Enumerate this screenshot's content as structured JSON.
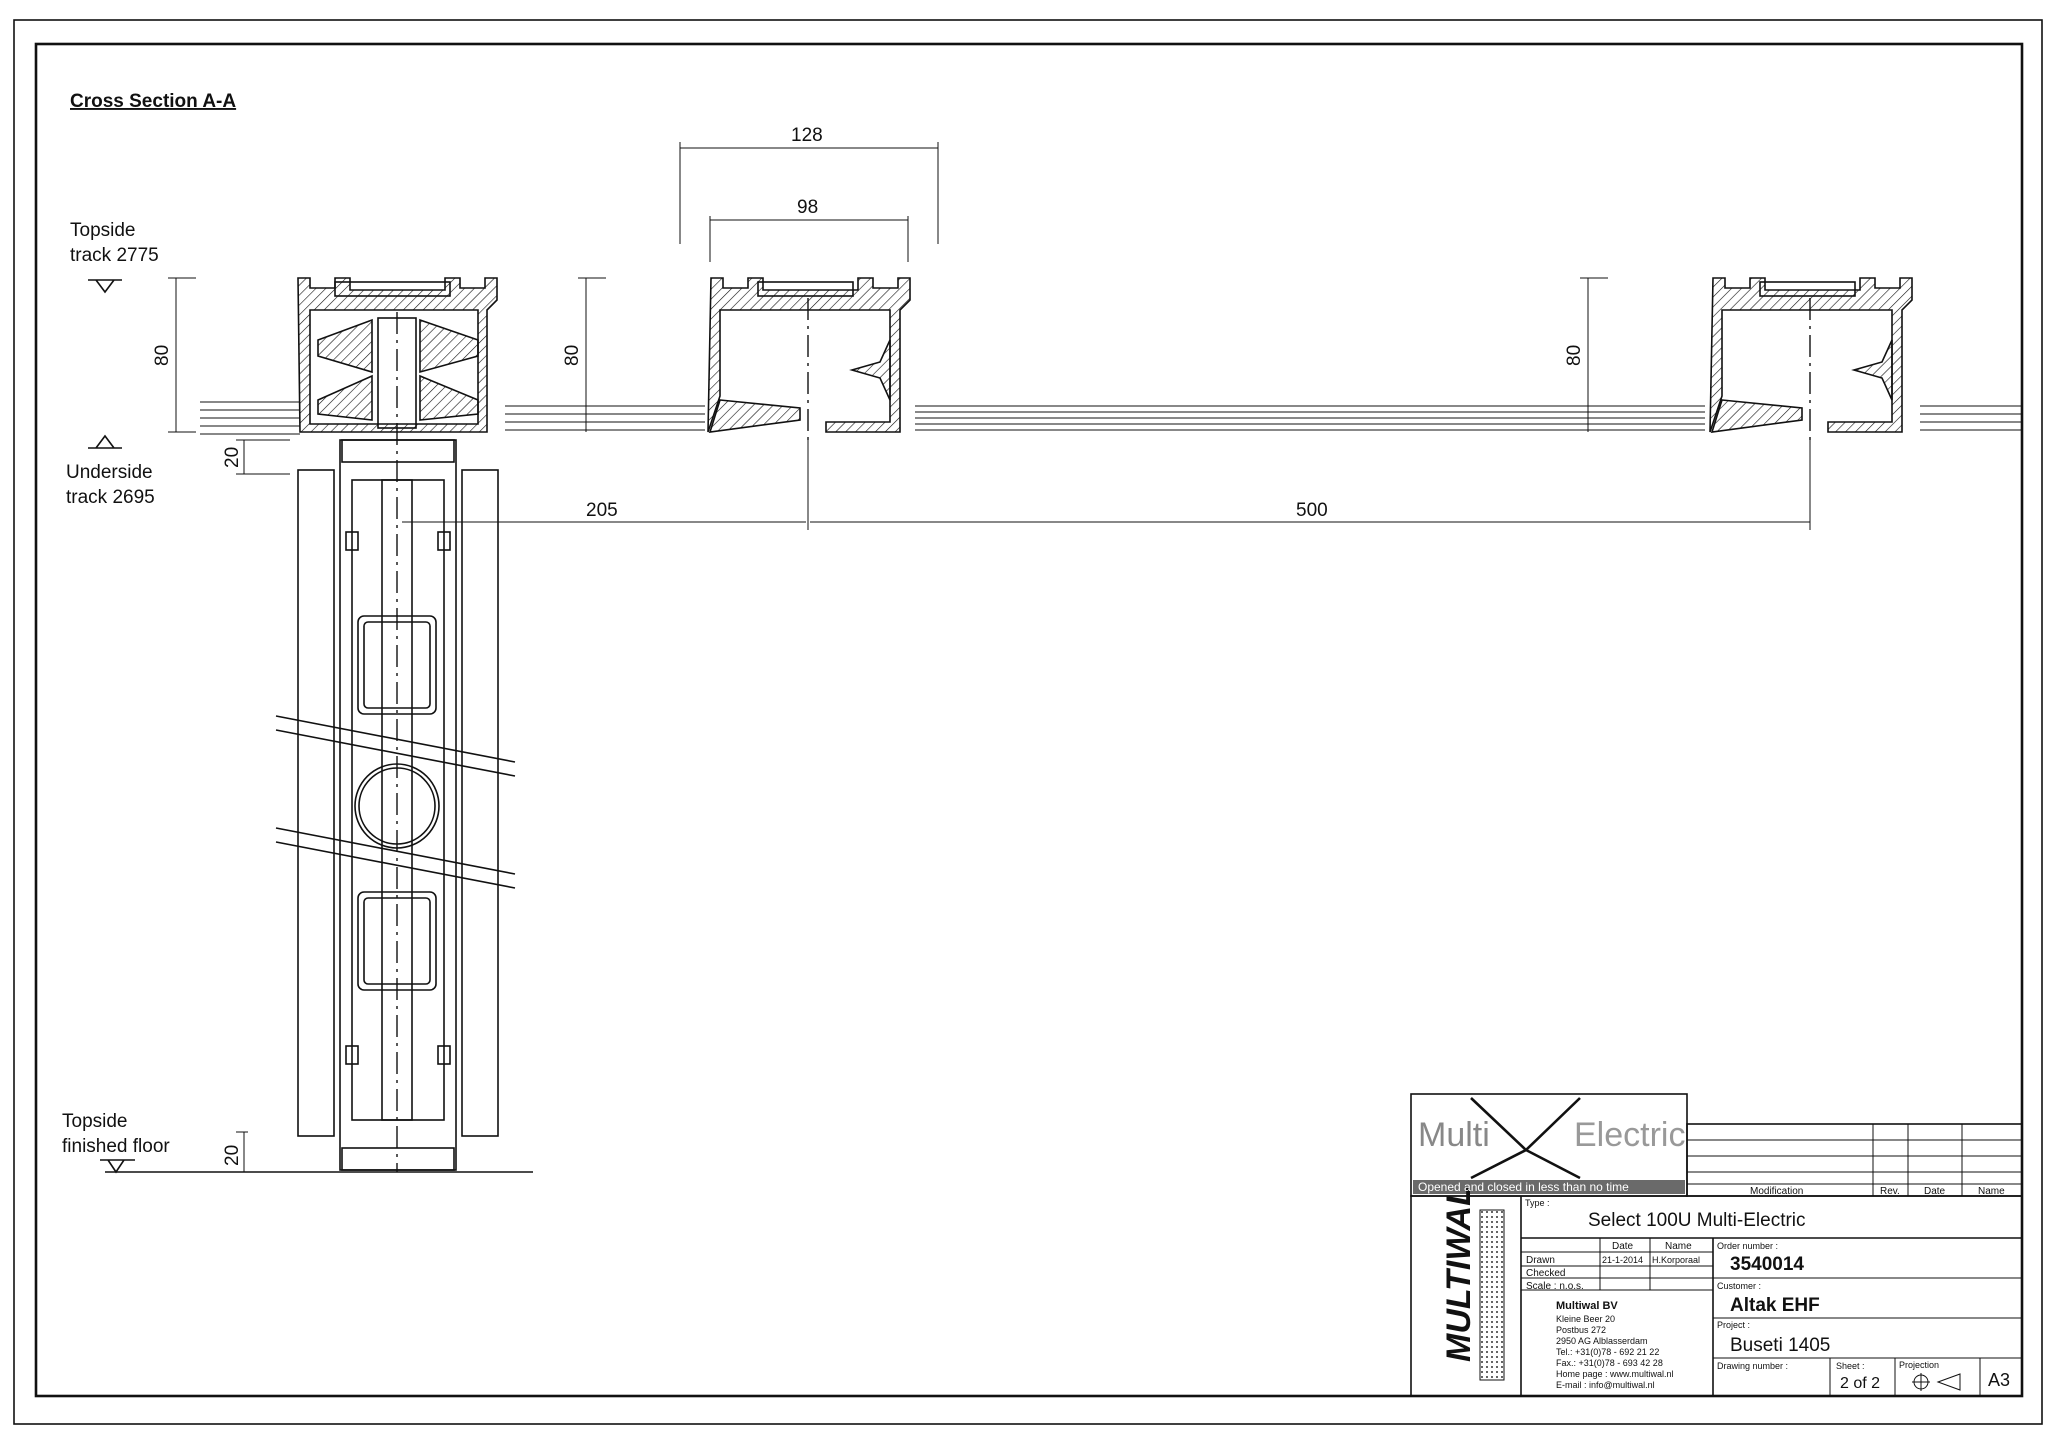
{
  "drawing": {
    "section_title": "Cross Section A-A",
    "levels": {
      "topside_track_1": "Topside",
      "topside_track_2": "track 2775",
      "underside_track_1": "Underside",
      "underside_track_2": "track 2695",
      "finished_floor_1": "Topside",
      "finished_floor_2": "finished floor"
    },
    "dimensions": {
      "outer_width": "128",
      "inner_width": "98",
      "track_height_left": "80",
      "track_height_mid": "80",
      "track_height_right": "80",
      "underside_gap": "20",
      "floor_gap": "20",
      "offset_to_first": "205",
      "spacing": "500"
    }
  },
  "title_block": {
    "brand_left": "Multi",
    "brand_right": "Electric",
    "slogan": "Opened and closed in less than no time",
    "company_logo": "MULTIWAL",
    "modification_header": "Modification",
    "rev_header": "Rev.",
    "date_header": "Date",
    "name_header": "Name",
    "type_label": "Type :",
    "type_value": "Select 100U Multi-Electric",
    "date_col": "Date",
    "name_col": "Name",
    "drawn_label": "Drawn",
    "drawn_date": "21-1-2014",
    "drawn_name": "H.Korporaal",
    "checked_label": "Checked",
    "scale_label": "Scale :  n.o.s.",
    "order_label": "Order number :",
    "order_value": "3540014",
    "customer_label": "Customer :",
    "customer_value": "Altak EHF",
    "project_label": "Project :",
    "project_value": "Buseti 1405",
    "drawing_number_label": "Drawing number :",
    "sheet_label": "Sheet :",
    "sheet_value": "2 of 2",
    "projection_label": "Projection",
    "format_value": "A3",
    "company": {
      "name": "Multiwal BV",
      "line1": "Kleine Beer 20",
      "line2": "Postbus 272",
      "line3": "2950 AG Alblasserdam",
      "tel": "Tel.: +31(0)78 - 692 21 22",
      "fax": "Fax.: +31(0)78 - 693 42 28",
      "web": "Home page : www.multiwal.nl",
      "email": "E-mail : info@multiwal.nl"
    }
  }
}
